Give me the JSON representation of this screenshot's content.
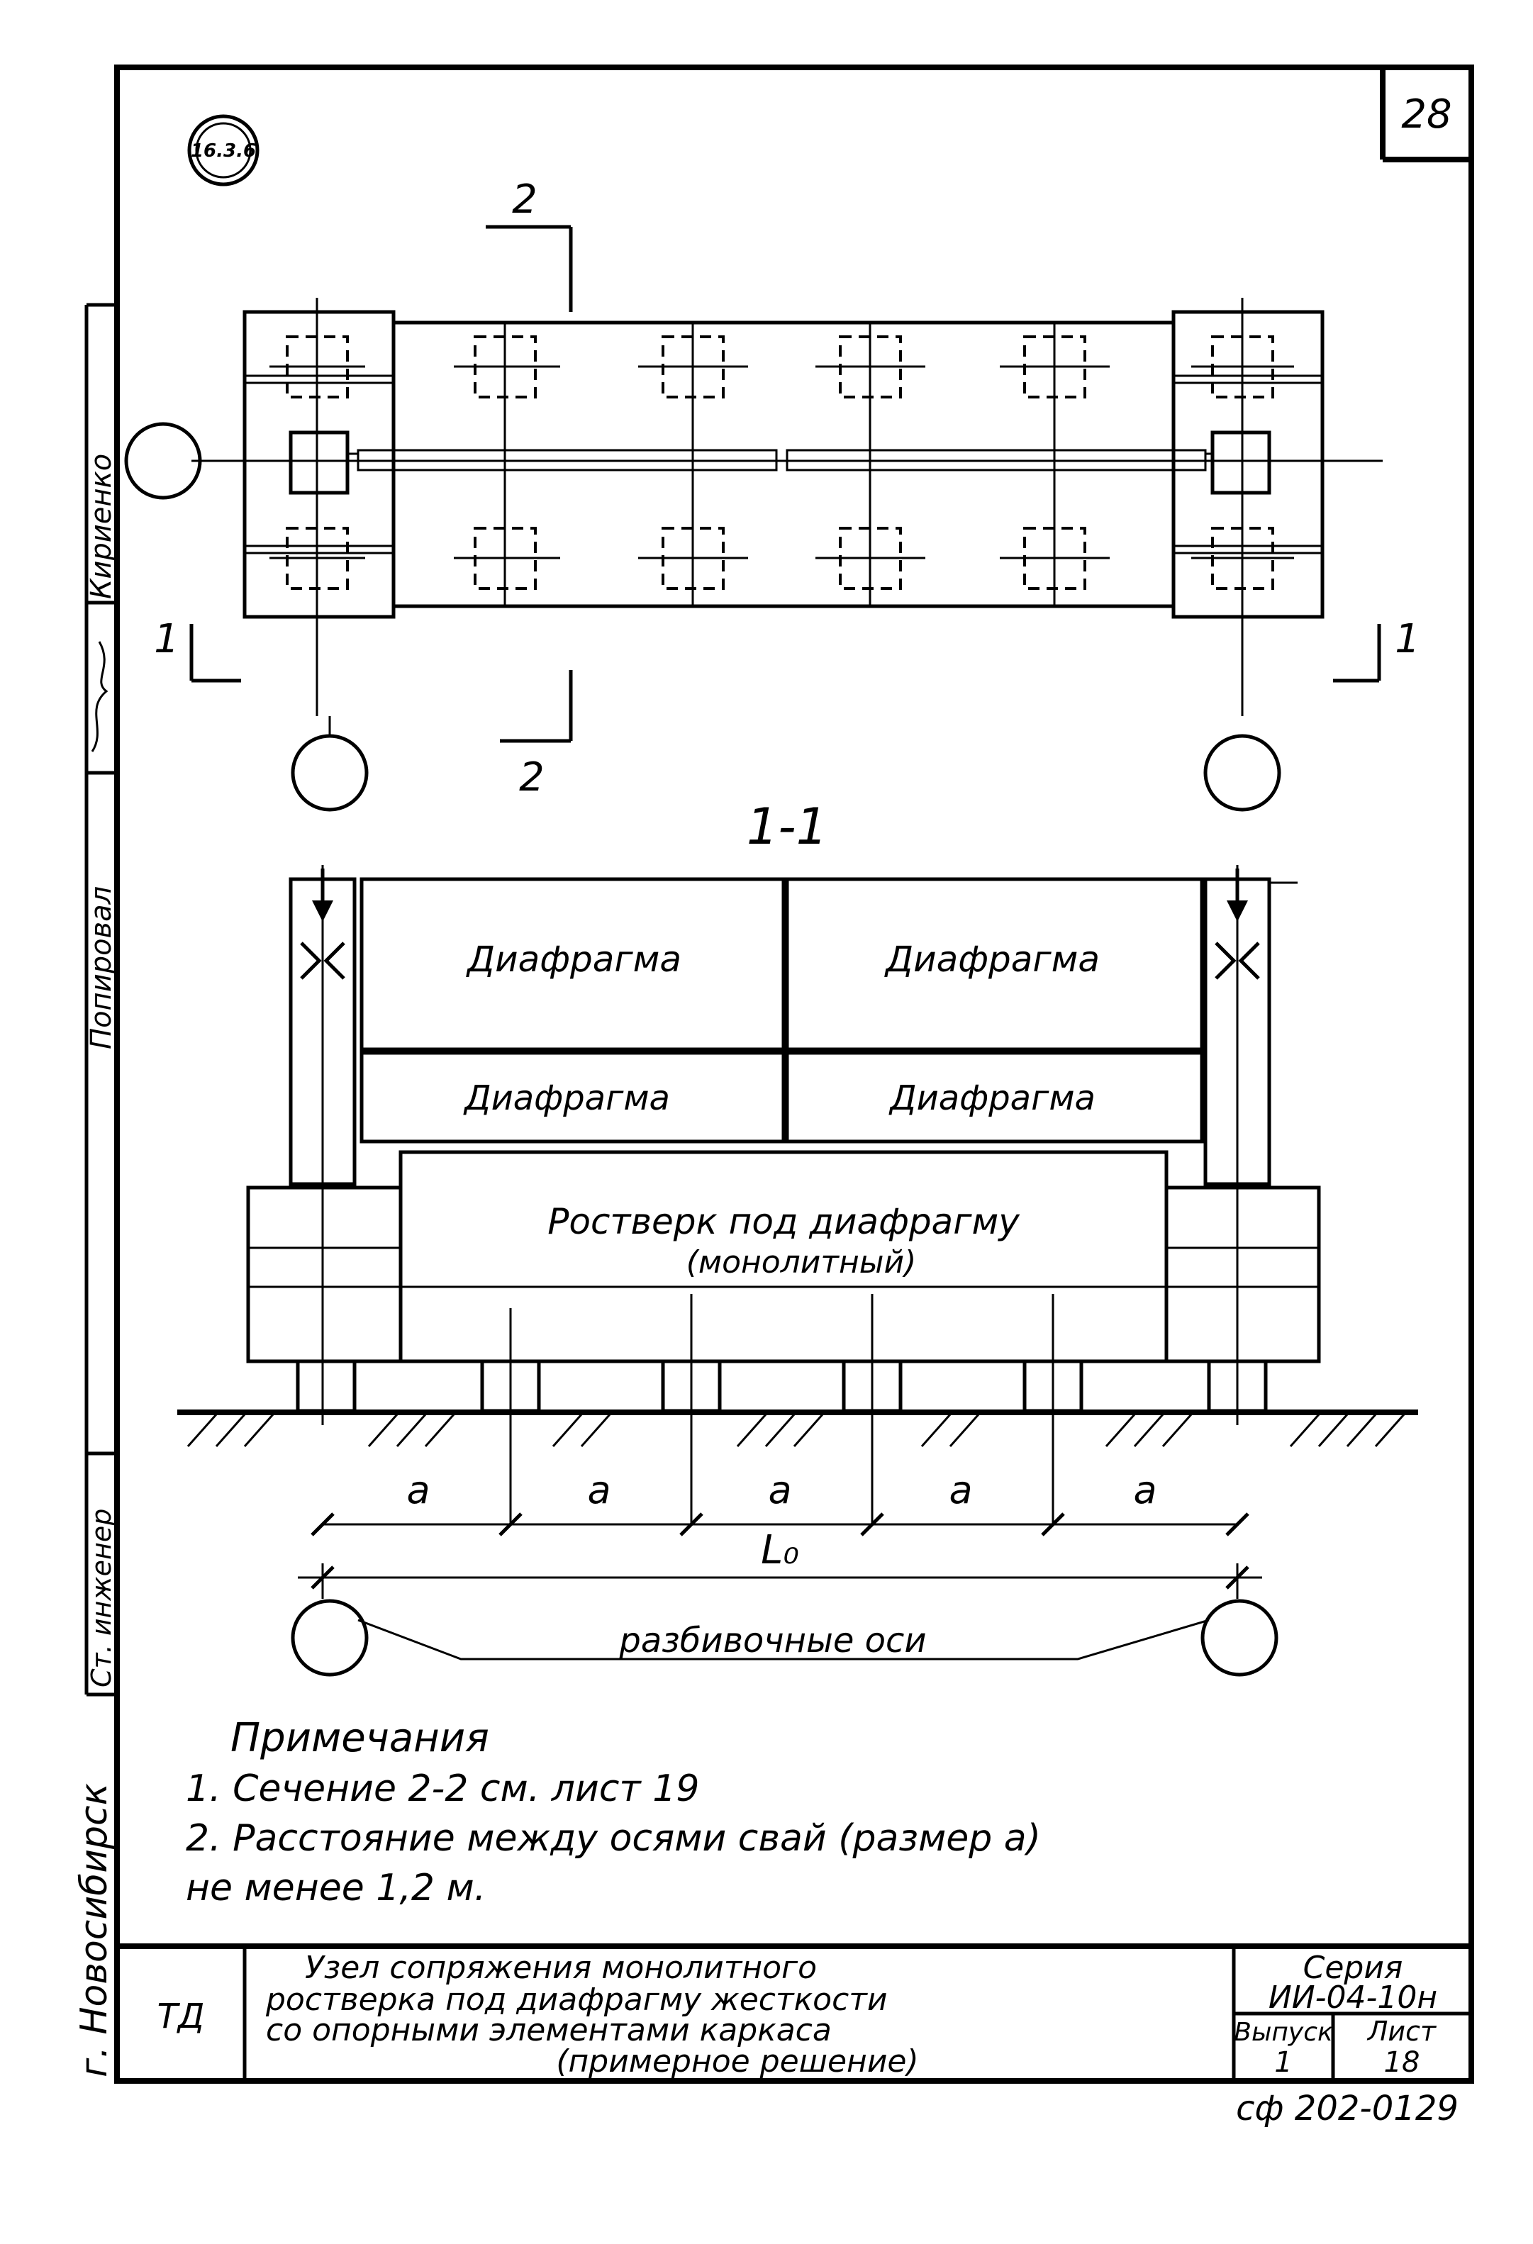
{
  "sheet": {
    "sheet_number": "28",
    "stamp": "16.3.6",
    "city": "г. Новосибирск",
    "doc_code": "сф 202-0129"
  },
  "side_strip": {
    "names": [
      "Кириенко",
      "Попировал",
      "Ст. инженер"
    ],
    "signature": "signature-mark"
  },
  "plan": {
    "cut_2": "2",
    "cut_1": "1"
  },
  "section": {
    "title": "1-1",
    "diaphragms": [
      "Диафрагма",
      "Диафрагма",
      "Диафрагма",
      "Диафрагма"
    ],
    "grillage_line1": "Ростверк под диафрагму",
    "grillage_line2": "(монолитный)",
    "dim_a": "a",
    "dim_total": "L₀",
    "axes_label": "разбивочные оси"
  },
  "notes": {
    "heading": "Примечания",
    "items": [
      "1. Сечение 2-2 см. лист 19",
      "2. Расстояние между осями свай (размер а)",
      "не менее 1,2 м."
    ]
  },
  "title_block": {
    "dept": "ТД",
    "title_lines": [
      "Узел сопряжения монолитного",
      "ростверка под диафрагму жесткости",
      "со опорными элементами каркаса",
      "(примерное решение)"
    ],
    "series_label": "Серия",
    "series_value": "ИИ-04-10н",
    "issue_label": "Выпуск",
    "issue_value": "1",
    "sheet_label": "Лист",
    "sheet_value": "18"
  }
}
